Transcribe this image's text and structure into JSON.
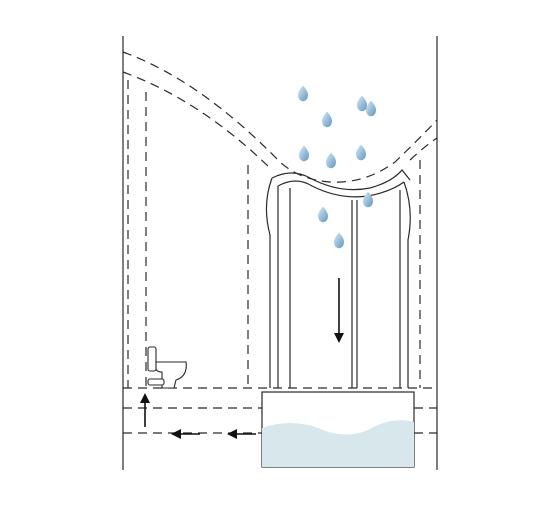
{
  "diagram": {
    "subject": "bathroom-water-flow",
    "colors": {
      "stroke": "#2a2a2a",
      "water_fill": "#d8e7ec",
      "drop_light": "#d9ecf8",
      "drop_dark": "#5f95c2",
      "background": "#ffffff"
    },
    "icons": [
      "water-drop-icon",
      "toilet-icon",
      "bathtub-icon",
      "shower-enclosure-icon",
      "arrow-down-icon",
      "arrow-up-icon",
      "arrow-left-icon"
    ],
    "flow_arrows": [
      {
        "name": "shower-down-arrow",
        "direction": "down"
      },
      {
        "name": "riser-up-arrow",
        "direction": "up"
      },
      {
        "name": "drain-left-arrow-1",
        "direction": "left"
      },
      {
        "name": "drain-left-arrow-2",
        "direction": "left"
      }
    ],
    "drop_count": 10
  }
}
